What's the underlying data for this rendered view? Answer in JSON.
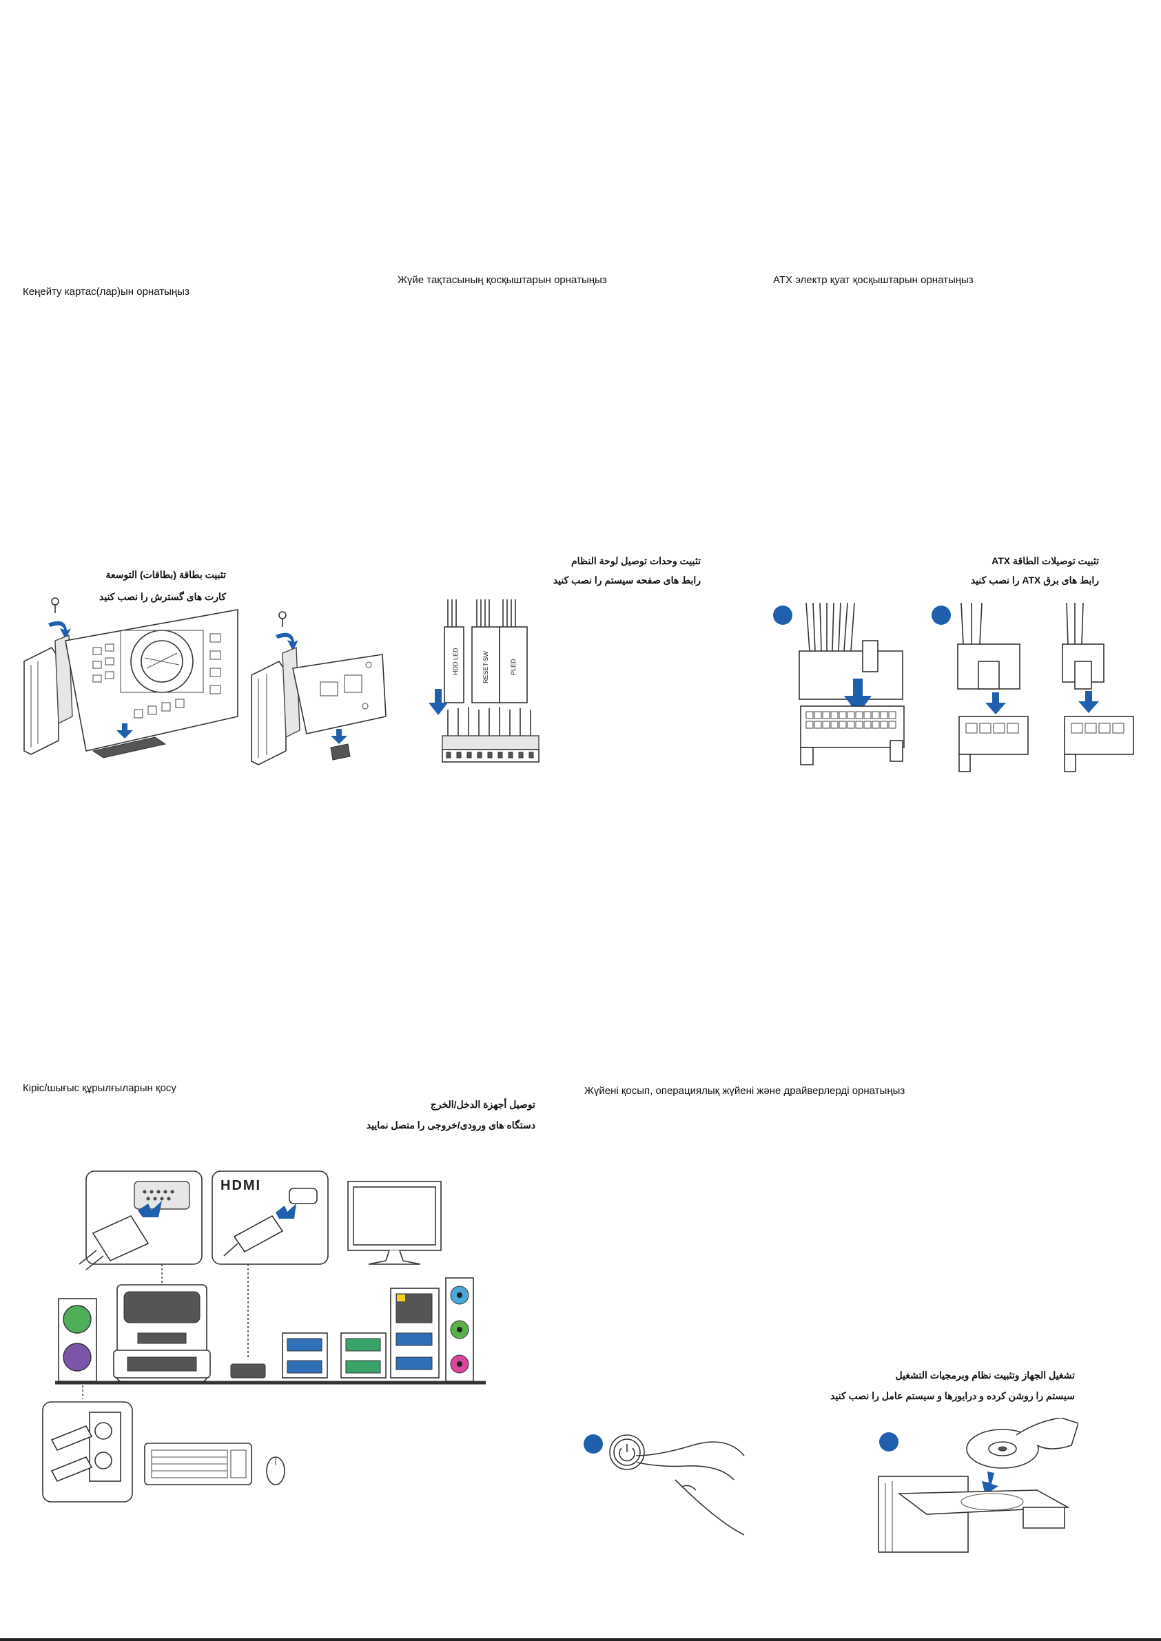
{
  "sections": {
    "expansion": {
      "title": "Кеңейту картас(лар)ын орнатыңыз",
      "ar_title": "تثبيت بطاقة (بطاقات) التوسعة",
      "fa_title": "کارت های گسترش را نصب کنید"
    },
    "system_panel": {
      "title": "Жүйе тақтасының қосқыштарын орнатыңыз",
      "ar_title": "تثبيت وحدات توصيل لوحة النظام",
      "fa_title": "رابط های صفحه سیستم را نصب کنید",
      "pin_labels": [
        "HDD LED",
        "RESET SW",
        "PLED"
      ]
    },
    "atx_power": {
      "title": "ATX электр қуат қосқыштарын орнатыңыз",
      "ar_title": "تثبيت توصيلات الطاقة ATX",
      "fa_title": "رابط های برق ATX را نصب کنید"
    },
    "io": {
      "title": "Кіріс/шығыс құрылғыларын қосу",
      "ar_title": "توصيل أجهزة الدخل/الخرج",
      "fa_title": "دستگاه های ورودی/خروجی را متصل نمایید",
      "hdmi_logo": "HDMI"
    },
    "power_on": {
      "title": "Жүйені қосып, операциялық жүйені және драйверлерді орнатыңыз",
      "ar_title": "تشغيل الجهاز وتثبيت نظام وبرمجيات التشغيل",
      "fa_title": "سیستم را روشن کرده و درایورها و سیستم عامل را نصب کنید"
    }
  },
  "colors": {
    "accent_blue": "#1e5fae",
    "ps2_green": "#4fae5a",
    "ps2_purple": "#7a55a8",
    "usb3_blue": "#2f6fb5",
    "usb_green": "#3aa36a",
    "audio_blue": "#49a8d8",
    "audio_green": "#5bb04a",
    "audio_pink": "#d8459a"
  },
  "icons": [
    "screw-icon",
    "down-arrow-icon",
    "curved-arrow-icon",
    "power-icon",
    "disc-icon",
    "monitor-icon",
    "keyboard-icon",
    "mouse-icon"
  ]
}
